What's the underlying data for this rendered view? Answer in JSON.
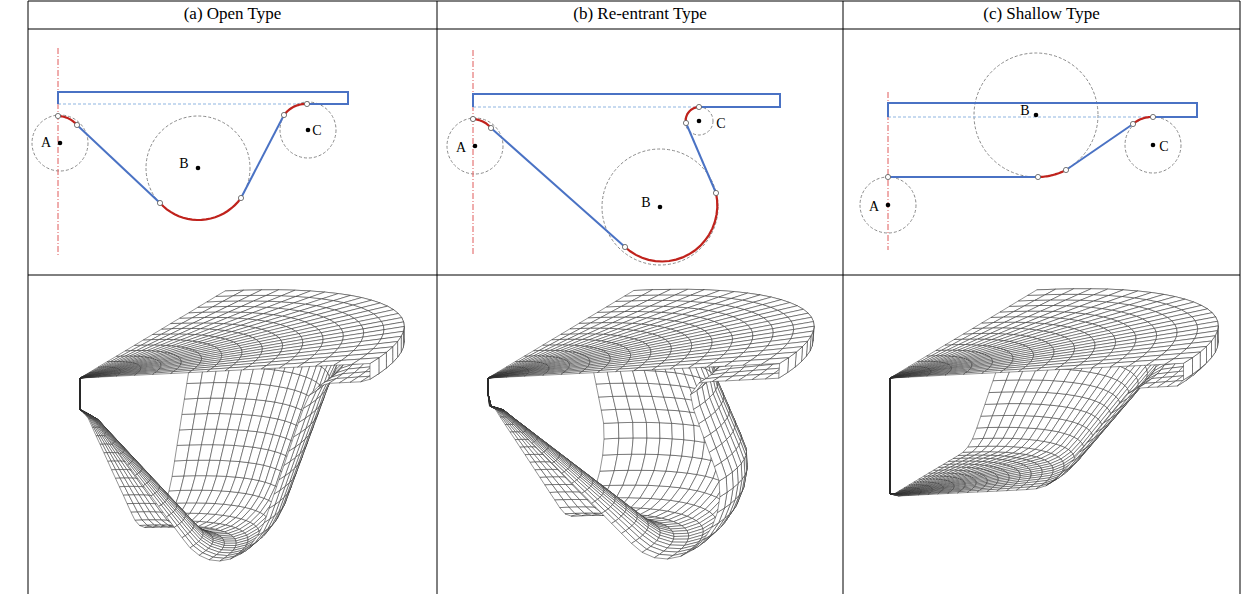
{
  "diagram": {
    "labels": [
      "(a) Open Type",
      "(b) Re-entrant Type",
      "(c) Shallow Type",
      "A",
      "B",
      "C",
      "A",
      "B",
      "C",
      "A",
      "B",
      "C"
    ]
  }
}
